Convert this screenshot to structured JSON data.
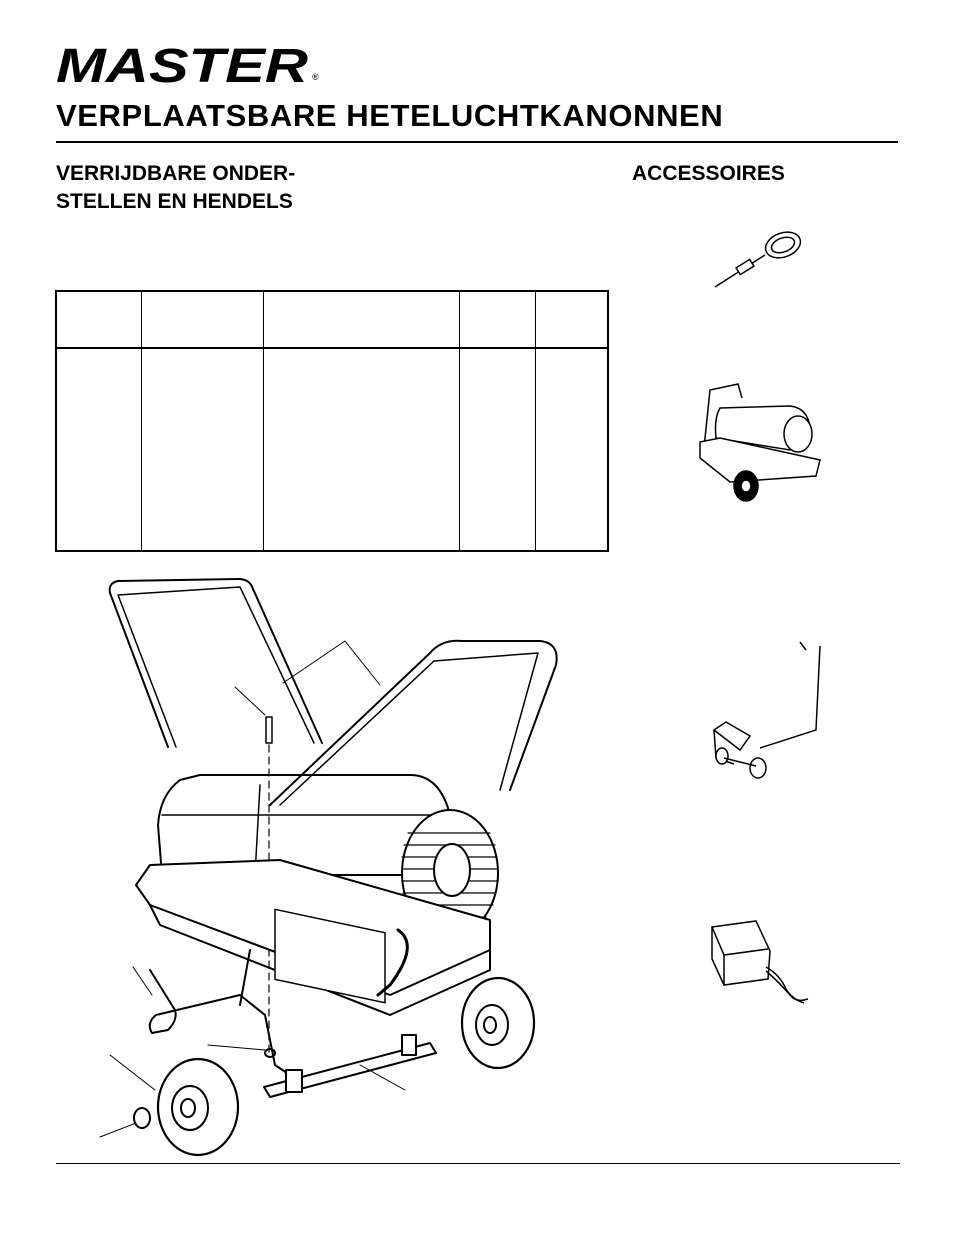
{
  "brand": {
    "logo_text": "MASTER",
    "registered_mark": "®"
  },
  "title": "VERPLAATSBARE HETELUCHTKANONNEN",
  "sections": {
    "left_heading_line1": "VERRIJDBARE ONDER-",
    "left_heading_line2": "STELLEN EN HENDELS",
    "right_heading": "ACCESSOIRES"
  },
  "parts_table": {
    "columns": 5,
    "rows": []
  },
  "icons": {
    "diagram": "exploded-wheel-kit-diagram",
    "accessory_1": "ignition-probe-icon",
    "accessory_2": "heater-on-cart-icon",
    "accessory_3": "wheel-kit-cart-icon",
    "accessory_4": "thermostat-box-icon"
  }
}
